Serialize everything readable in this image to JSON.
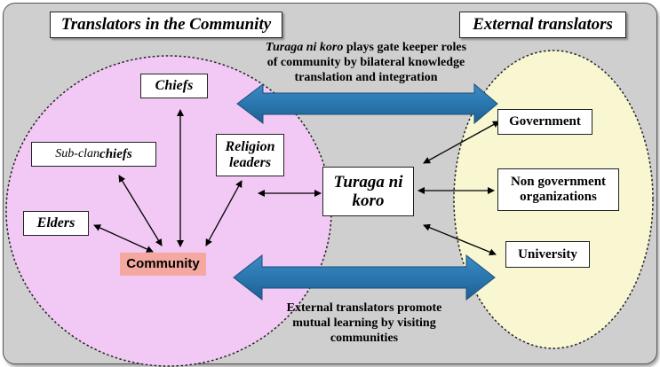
{
  "titles": {
    "community": "Translators in the Community",
    "external": "External translators"
  },
  "captions": {
    "top_italic": "Turaga ni koro",
    "top_rest": " plays gate keeper roles",
    "top_line2": "of community by bilateral knowledge",
    "top_line3": "translation and integration",
    "bottom_line1": "External translators promote",
    "bottom_line2": "mutual learning by visiting",
    "bottom_line3": "communities"
  },
  "community_nodes": {
    "chiefs": "Chiefs",
    "subclan_prefix": "Sub-clan",
    "subclan_rest": " chiefs",
    "religion_line1": "Religion",
    "religion_line2": "leaders",
    "elders": "Elders",
    "community": "Community"
  },
  "center": {
    "line1": "Turaga ni",
    "line2": "koro"
  },
  "external_nodes": {
    "government": "Government",
    "ngo_line1": "Non government",
    "ngo_line2": "organizations",
    "university": "University"
  },
  "colors": {
    "frame": "#cfcfcf",
    "community_circle": "#f2c8f5",
    "external_circle": "#f8f7d2",
    "community_box": "#f4a8a0",
    "big_arrow": "#2a77b0"
  }
}
